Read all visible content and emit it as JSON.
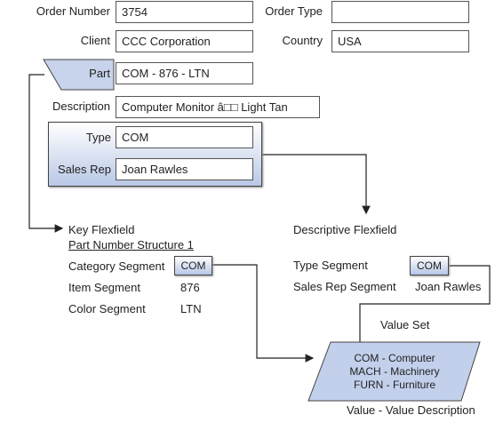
{
  "form": {
    "order_number_label": "Order Number",
    "order_number_value": "3754",
    "order_type_label": "Order Type",
    "order_type_value": "",
    "client_label": "Client",
    "client_value": "CCC Corporation",
    "country_label": "Country",
    "country_value": "USA",
    "part_label": "Part",
    "part_value": "COM - 876 - LTN",
    "description_label": "Description",
    "description_value": "Computer Monitor â□□ Light Tan",
    "type_label": "Type",
    "type_value": "COM",
    "sales_rep_label": "Sales Rep",
    "sales_rep_value": "Joan Rawles"
  },
  "key_flexfield": {
    "title": "Key Flexfield",
    "structure": "Part Number Structure 1",
    "segments": [
      {
        "label": "Category Segment",
        "value": "COM"
      },
      {
        "label": "Item Segment",
        "value": "876"
      },
      {
        "label": "Color Segment",
        "value": "LTN"
      }
    ]
  },
  "descriptive_flexfield": {
    "title": "Descriptive Flexfield",
    "segments": [
      {
        "label": "Type Segment",
        "value": "COM"
      },
      {
        "label": "Sales Rep Segment",
        "value": "Joan Rawles"
      }
    ]
  },
  "value_set": {
    "title": "Value Set",
    "entries": [
      "COM - Computer",
      "MACH - Machinery",
      "FURN - Furniture"
    ],
    "caption": "Value - Value Description"
  }
}
